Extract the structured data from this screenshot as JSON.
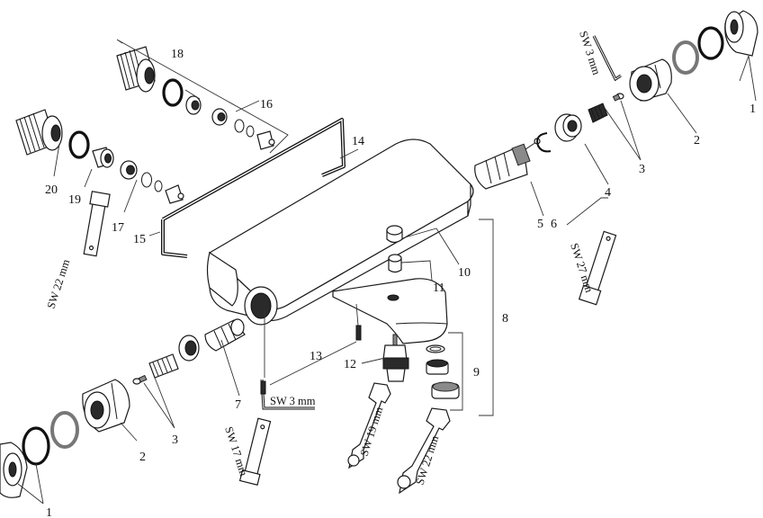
{
  "callouts": {
    "c1a": "1",
    "c1b": "1",
    "c2a": "2",
    "c2b": "2",
    "c3a": "3",
    "c3b": "3",
    "c4": "4",
    "c5": "5",
    "c6": "6",
    "c7": "7",
    "c8": "8",
    "c9": "9",
    "c10": "10",
    "c11": "11",
    "c12": "12",
    "c13": "13",
    "c14": "14",
    "c15": "15",
    "c16": "16",
    "c17": "17",
    "c18": "18",
    "c19": "19",
    "c20": "20"
  },
  "tools": {
    "sw3_top": "SW 3 mm",
    "sw3_bottom": "SW 3 mm",
    "sw27": "SW 27 mm",
    "sw22_left": "SW 22 mm",
    "sw17": "SW 17 mm",
    "sw19": "SW 19 mm",
    "sw22_bottom": "SW 22 mm"
  }
}
